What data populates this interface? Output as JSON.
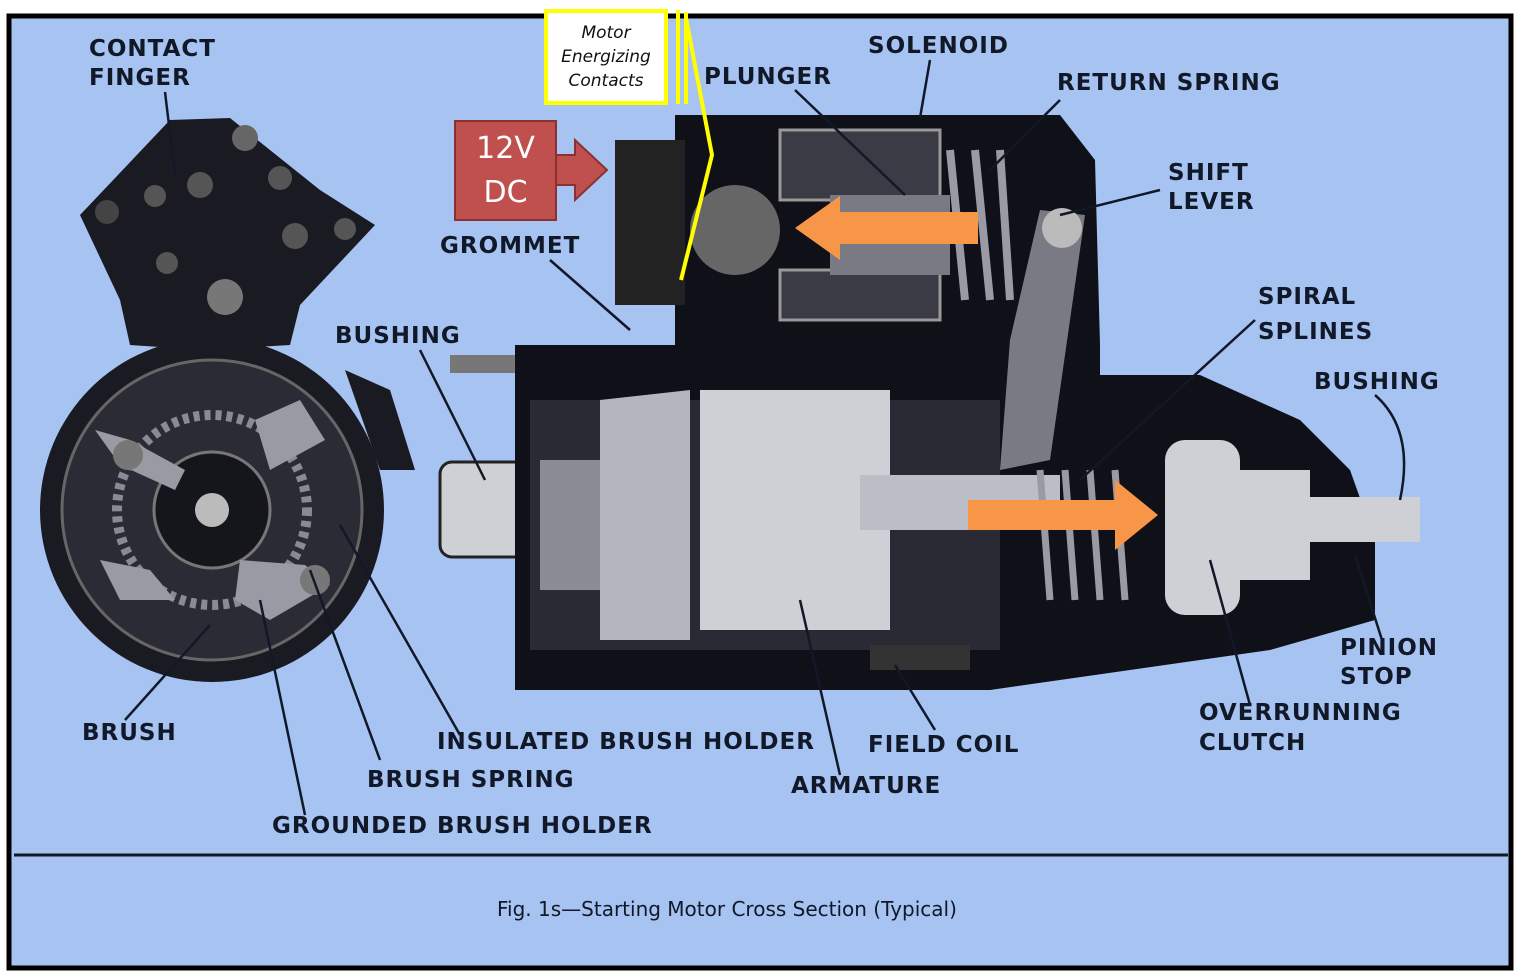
{
  "colors": {
    "background": "#a6c3f2",
    "frame": "#000000",
    "ink": "#111827",
    "arrow": "#f79646",
    "callout_box": "#ffff00",
    "voltage_box": "#c0504d"
  },
  "labels": {
    "contact_finger_1": "CONTACT",
    "contact_finger_2": "FINGER",
    "solenoid": "SOLENOID",
    "plunger": "PLUNGER",
    "return_spring": "RETURN SPRING",
    "shift_lever_1": "SHIFT",
    "shift_lever_2": "LEVER",
    "grommet": "GROMMET",
    "bushing_left": "BUSHING",
    "spiral_splines_1": "SPIRAL",
    "spiral_splines_2": "SPLINES",
    "bushing_right": "BUSHING",
    "pinion_stop_1": "PINION",
    "pinion_stop_2": "STOP",
    "overrunning_clutch_1": "OVERRUNNING",
    "overrunning_clutch_2": "CLUTCH",
    "brush": "BRUSH",
    "insulated_brush_holder": "INSULATED BRUSH HOLDER",
    "field_coil": "FIELD COIL",
    "brush_spring": "BRUSH SPRING",
    "armature": "ARMATURE",
    "grounded_brush_holder": "GROUNDED BRUSH HOLDER"
  },
  "callout": {
    "line1": "Motor",
    "line2": "Energizing",
    "line3": "Contacts"
  },
  "voltage": {
    "line1": "12V",
    "line2": "DC"
  },
  "caption": "Fig. 1s—Starting Motor Cross Section (Typical)"
}
